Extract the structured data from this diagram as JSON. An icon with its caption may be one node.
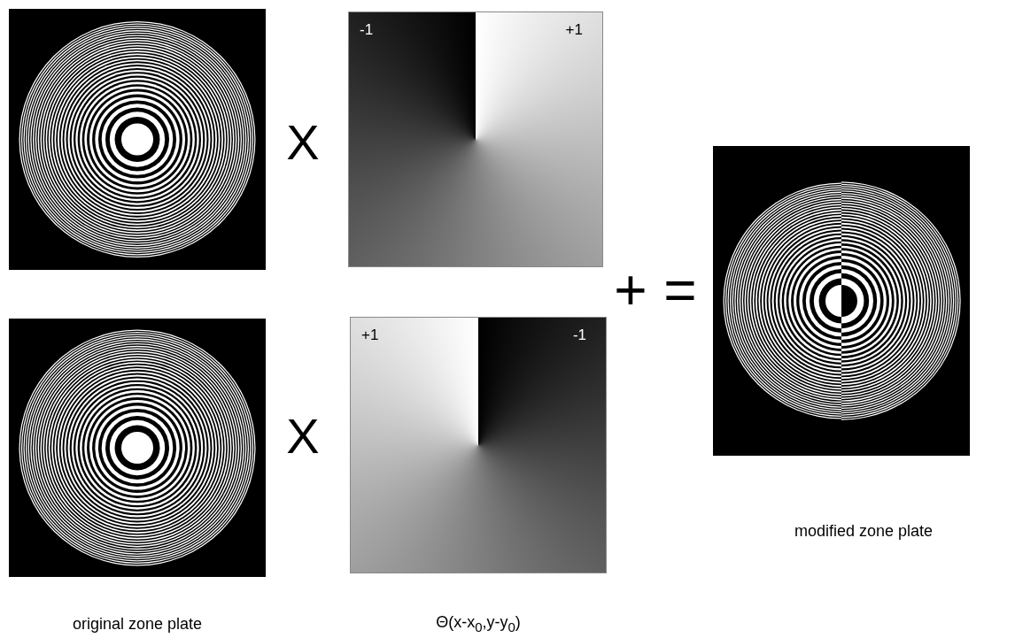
{
  "diagram": {
    "nodes": [
      {
        "text": [],
        "shape": "picture"
      },
      {
        "text": [
          "-1",
          "+1"
        ]
      },
      {
        "text": [],
        "shape": "picture"
      },
      {
        "text": [
          "+1",
          "-1"
        ]
      },
      {
        "text": [],
        "shape": "picture"
      }
    ],
    "labels": [
      "X",
      "+",
      "=",
      "X",
      "modified zone plate",
      "original zone plate",
      "Θ(x-x$_{0}$,y-y$_{0}$)"
    ]
  }
}
